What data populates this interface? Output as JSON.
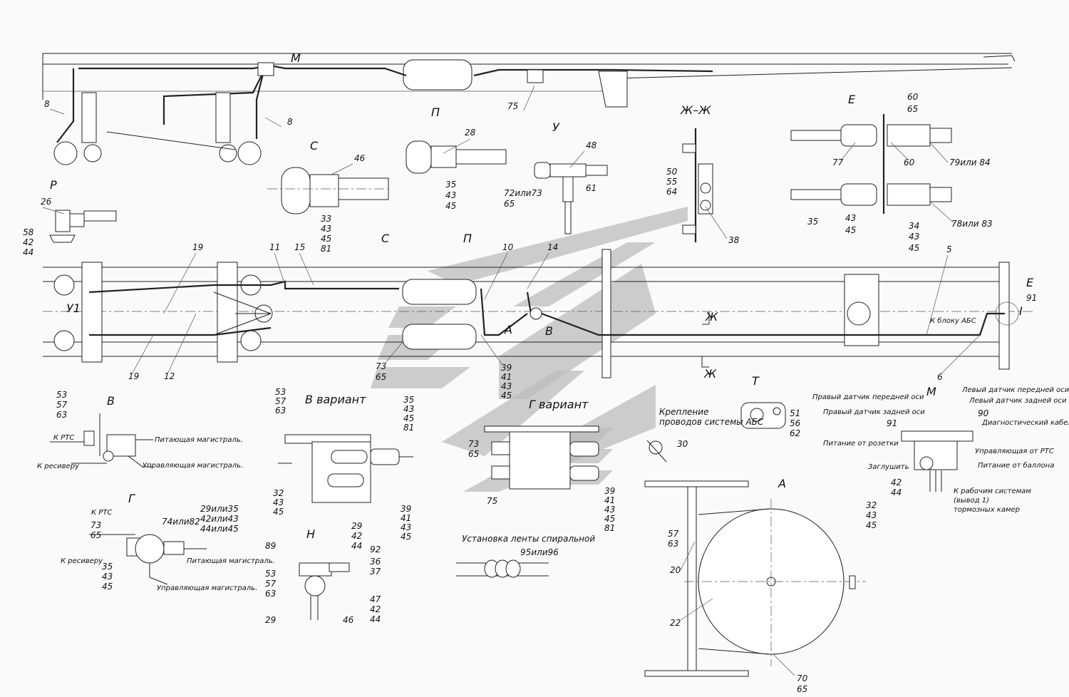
{
  "colors": {
    "background": "#fafafa",
    "line": "#222222",
    "watermark": "#bcbcbc"
  },
  "watermark": {
    "icon": "company-logo-watermark"
  },
  "views": {
    "M_top": "М",
    "P": "П",
    "U": "У",
    "ZhZh": "Ж–Ж",
    "E": "Е",
    "S": "С",
    "R": "Р",
    "B": "В",
    "G": "Г",
    "B_variant": "В вариант",
    "G_variant": "Г вариант",
    "N": "Н",
    "T": "Т",
    "M": "М",
    "A": "А",
    "section_Zh_top": "Ж",
    "section_Zh_bottom": "Ж",
    "U1": "У1",
    "I_mark": "I",
    "A_plan": "А",
    "B_plan": "В",
    "E_plan": "Е",
    "P_plan": "П",
    "S_plan": "С"
  },
  "captions": {
    "abs_wire_mount": "Крепление проводов системы АБС",
    "abs_mount_line1": "Крепление",
    "abs_mount_line2": "проводов системы АБС",
    "spiral_tape": "Установка ленты спиральной",
    "spiral_tape_part": "95или96",
    "to_abs_block": "К блоку АБС",
    "B_k_rts": "К РТС",
    "B_supply_main": "Питающая магистраль.",
    "B_k_receiver": "К ресиверу",
    "B_control_main": "Управляющая магистраль.",
    "G_k_rts": "К РТС",
    "G_k_receiver": "К ресиверу",
    "G_supply_main": "Питающая магистраль.",
    "G_control_main": "Управляющая магистраль.",
    "M_right_front": "Правый датчик передней оси",
    "M_left_front": "Левый датчик передней оси",
    "M_right_rear": "Правый датчик задней оси",
    "M_left_rear": "Левый датчик задней оси",
    "M_diag": "Диагностический кабель",
    "M_power_socket": "Питание от розетки",
    "M_control_rts": "Управляющая от РТС",
    "M_plug": "Заглушить",
    "M_power_tank": "Питание от баллона",
    "M_to_work_1": "К рабочим системам",
    "M_to_work_2": "(вывод 1)",
    "M_to_work_3": "тормозных камер"
  },
  "callouts": {
    "c8a": "8",
    "c8b": "8",
    "c75": "75",
    "c28": "28",
    "c35a": "35",
    "c43a": "43",
    "c45a": "45",
    "c48": "48",
    "c7273": "72или73",
    "c65a": "65",
    "c61": "61",
    "c46a": "46",
    "c33": "33",
    "c43b": "43",
    "c45b": "45",
    "c81a": "81",
    "c50": "50",
    "c55": "55",
    "c64": "64",
    "c38": "38",
    "c60a": "60",
    "c65b": "65",
    "c77": "77",
    "c60b": "60",
    "c7984": "79или 84",
    "c35b": "35",
    "c43c": "43",
    "c45c": "45",
    "c34": "34",
    "c43d": "43",
    "c45d": "45",
    "c7883": "78или 83",
    "c26": "26",
    "c58": "58",
    "c42a": "42",
    "c44a": "44",
    "c19a": "19",
    "c11": "11",
    "c15": "15",
    "c10": "10",
    "c14": "14",
    "c5": "5",
    "c91a": "91",
    "c19b": "19",
    "c12": "12",
    "c73a": "73",
    "c65c": "65",
    "c39a": "39",
    "c41a": "41",
    "c43e": "43",
    "c45e": "45",
    "c6": "6",
    "c53a": "53",
    "c57a": "57",
    "c63a": "63",
    "c53b": "53",
    "c57b": "57",
    "c63b": "63",
    "c35c": "35",
    "c43f": "43",
    "c45f": "45",
    "c81b": "81",
    "c32a": "32",
    "c43g": "43",
    "c45g": "45",
    "c39b": "39",
    "c41b": "41",
    "c43h": "43",
    "c45h": "45",
    "c73b": "73",
    "c65d": "65",
    "c75b": "75",
    "c39c": "39",
    "c41c": "41",
    "c43i": "43",
    "c45i": "45",
    "c81c": "81",
    "c51": "51",
    "c56": "56",
    "c62": "62",
    "c30": "30",
    "c90": "90",
    "c91b": "91",
    "c42b": "42",
    "c44b": "44",
    "c29a": "29или35",
    "c42c": "42или43",
    "c44c": "44или45",
    "c7482": "74или82",
    "c73c": "73",
    "c65e": "65",
    "c35d": "35",
    "c43j": "43",
    "c45j": "45",
    "c29b": "29",
    "c42d": "42",
    "c44d": "44",
    "c92": "92",
    "c36": "36",
    "c37": "37",
    "c89": "89",
    "c53c": "53",
    "c57c": "57",
    "c63c": "63",
    "c47": "47",
    "c42e": "42",
    "c44e": "44",
    "c29c": "29",
    "c46b": "46",
    "c32b": "32",
    "c43k": "43",
    "c45k": "45",
    "c57d": "57",
    "c63d": "63",
    "c20": "20",
    "c22": "22",
    "c70": "70",
    "c65f": "65"
  }
}
